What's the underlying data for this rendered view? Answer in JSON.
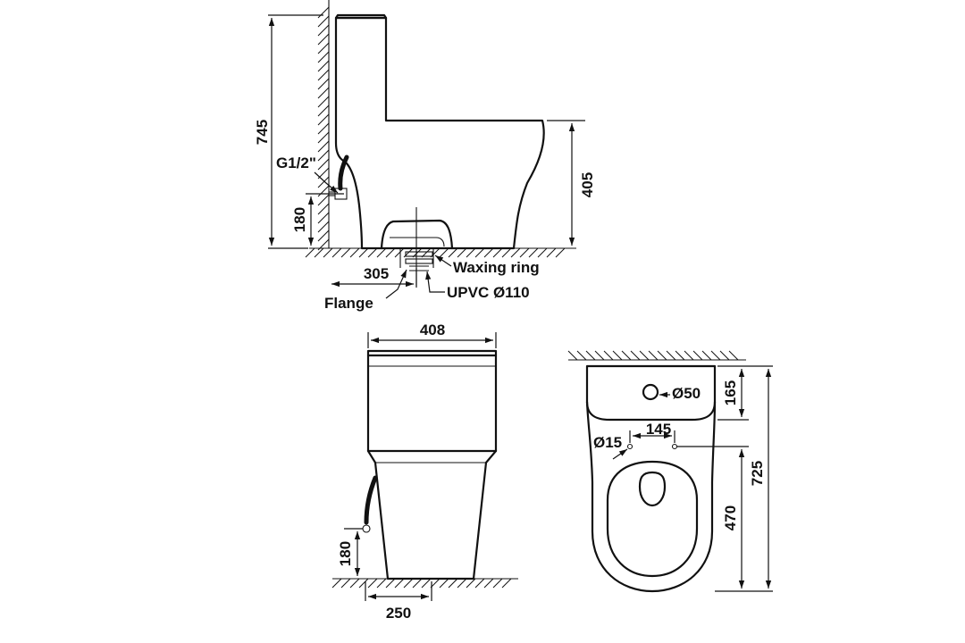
{
  "side_view": {
    "height_total": "745",
    "connection_thread": "G1/2\"",
    "inlet_height": "180",
    "seat_height": "405",
    "outlet_offset": "305",
    "waxing_ring": "Waxing ring",
    "upvc_pipe": "UPVC Ø110",
    "flange": "Flange"
  },
  "front_view": {
    "width": "408",
    "inlet_height": "180",
    "base_width": "250"
  },
  "top_view": {
    "flush_button": "Ø50",
    "tank_depth": "165",
    "hole_spacing": "145",
    "hole_diameter": "Ø15",
    "bowl_length": "470",
    "total_length": "725"
  }
}
